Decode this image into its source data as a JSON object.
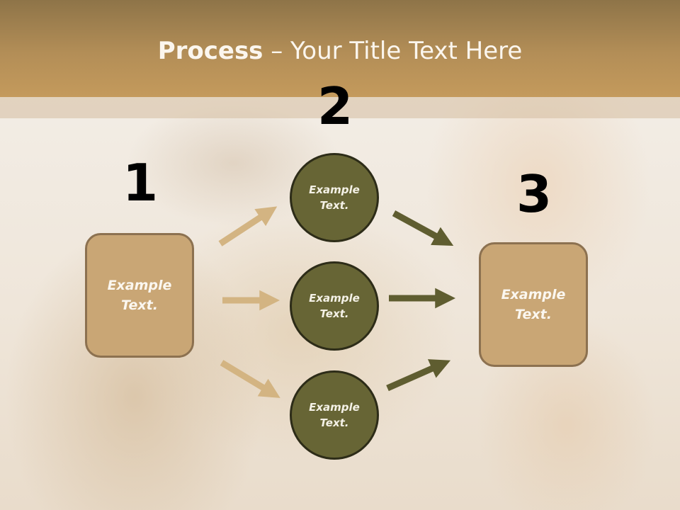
{
  "title": {
    "strong": "Process",
    "rest": " – Your Title Text Here"
  },
  "steps": {
    "one": "1",
    "two": "2",
    "three": "3"
  },
  "nodes": {
    "left_box": "Example Text.",
    "circle_top": "Example Text.",
    "circle_middle": "Example Text.",
    "circle_bottom": "Example Text.",
    "right_box": "Example Text."
  },
  "colors": {
    "header": "#b38e57",
    "box_fill": "#c9a675",
    "circle_fill": "#676535",
    "arrow_light": "#d3b482",
    "arrow_dark": "#5f5d30"
  }
}
